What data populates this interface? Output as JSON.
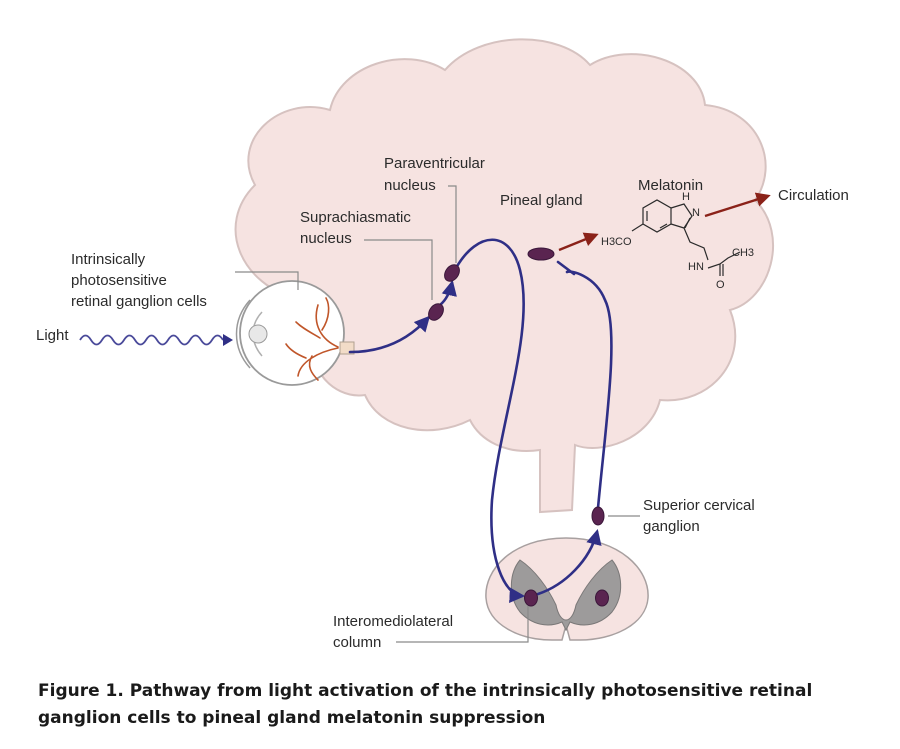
{
  "labels": {
    "light": "Light",
    "iprgc": [
      "Intrinsically",
      "photosensitive",
      "retinal ganglion cells"
    ],
    "scn": [
      "Suprachiasmatic",
      "nucleus"
    ],
    "pvn": [
      "Paraventricular",
      "nucleus"
    ],
    "pineal": "Pineal gland",
    "melatonin": "Melatonin",
    "circulation": "Circulation",
    "scg": [
      "Superior cervical",
      "ganglion"
    ],
    "iml": [
      "Interomediolateral",
      "column"
    ]
  },
  "chem": {
    "methoxy": "H3CO",
    "nh_ring": "H",
    "n_ring": "N",
    "hn": "HN",
    "ch3": "CH3",
    "o": "O"
  },
  "caption": "Figure 1. Pathway from light activation of the intrinsically photosensitive retinal ganglion cells to pineal gland melatonin suppression",
  "colors": {
    "brain_fill": "#f6e3e1",
    "brain_stroke": "#d6c2c0",
    "nerve": "#2f2f86",
    "neuron": "#5a2450",
    "melatonin_arrow": "#8b2219",
    "retina_vessels": "#c0562a"
  }
}
